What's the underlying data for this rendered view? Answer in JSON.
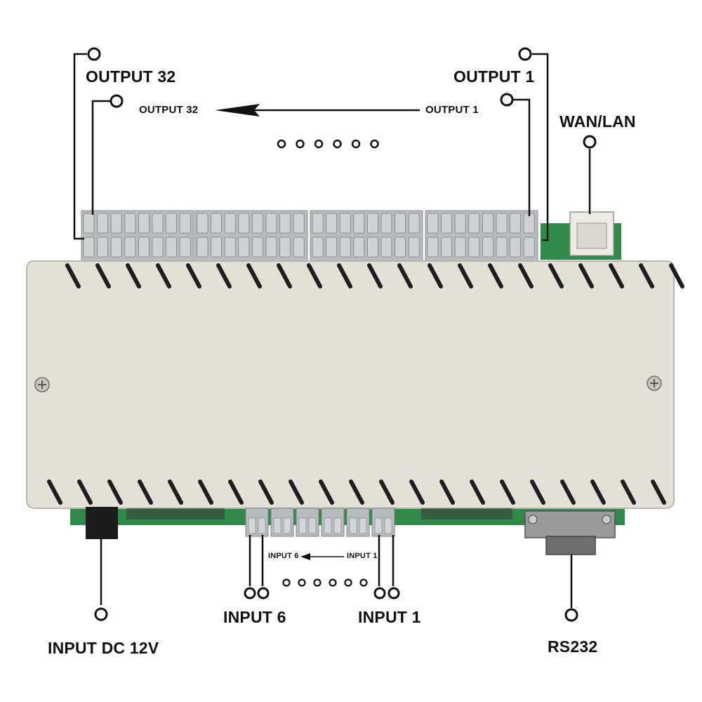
{
  "labels": {
    "output_32_top": "OUTPUT 32",
    "output_1_top": "OUTPUT 1",
    "output_32_arrow": "OUTPUT 32",
    "output_1_arrow": "OUTPUT 1",
    "wan_lan": "WAN/LAN",
    "input_6_arrow": "INPUT 6",
    "input_1_arrow": "INPUT 1",
    "input_6": "INPUT 6",
    "input_1": "INPUT 1",
    "input_dc": "INPUT DC 12V",
    "rs232": "RS232"
  },
  "colors": {
    "enclosure": "#e3e1d6",
    "enclosure_edge": "#b9b6aa",
    "vent": "#1e1e1e",
    "terminal": "#aeb2b5",
    "pcb": "#2f8a4a",
    "callout": "#111111"
  }
}
